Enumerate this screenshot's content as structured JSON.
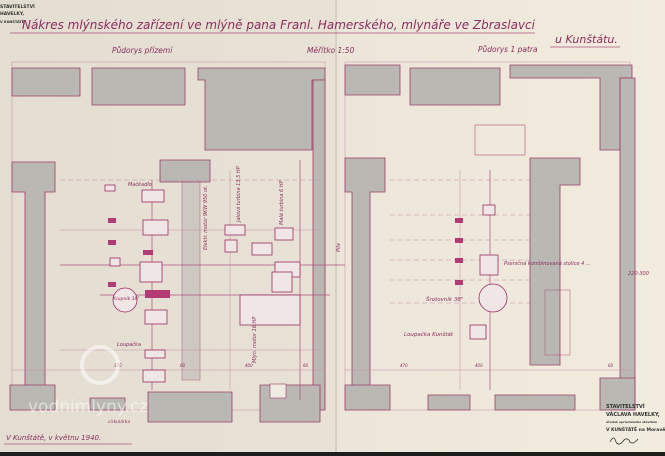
{
  "title": {
    "line1": "Nákres mlýnského zařízení ve mlýně pana Franl. Hamerského, mlynáře ve Zbraslavci",
    "line2": "u Kunštátu."
  },
  "headings": {
    "ground_floor": "Půdorys přízemí",
    "scale": "Měřítko 1:50",
    "first_floor": "Půdorys 1 patra"
  },
  "ground_labels": {
    "machine1": "Mačkadlo",
    "electric_motor": "Elektr. motor 9KW 950 ot.",
    "turbine1": "Jalová turbina 13,5 HP",
    "turbine2": "Malá turbina 6 HP",
    "crusher": "Krupník 38\"",
    "mill_motor": "Mlýn. motor 16 HP",
    "peeler": "Loupačka",
    "saw": "Pila",
    "circular_saw": "cirkulárka"
  },
  "first_floor_labels": {
    "roller_mill": "Pšeničná kombinovaná stolice 4 ...",
    "roller_size": "220-300",
    "grinder": "Šrotovník 38\"",
    "peeler": "Loupačka Kunštát"
  },
  "dimensions": [
    "370",
    "60",
    "400",
    "60",
    "470",
    "400",
    "60"
  ],
  "footer": {
    "place_date": "V Kunštátě, v květnu 1940."
  },
  "stamp": {
    "line1": "STAVITELSTVÍ",
    "line2": "VÁCLAVA HAVELKY,",
    "line3": "úředně oprávněného stavitele",
    "line4": "V KUNŠTÁTĚ na Moravě"
  },
  "left_stamp": [
    "STAVITELSTVÍ",
    "HAVELKY,",
    "V KUNŠTÁTĚ"
  ],
  "watermark": "vodnimlyny.cz",
  "colors": {
    "paper": "#e8e2d6",
    "ink": "#9c2d62",
    "wall": "#b9b8b3"
  }
}
